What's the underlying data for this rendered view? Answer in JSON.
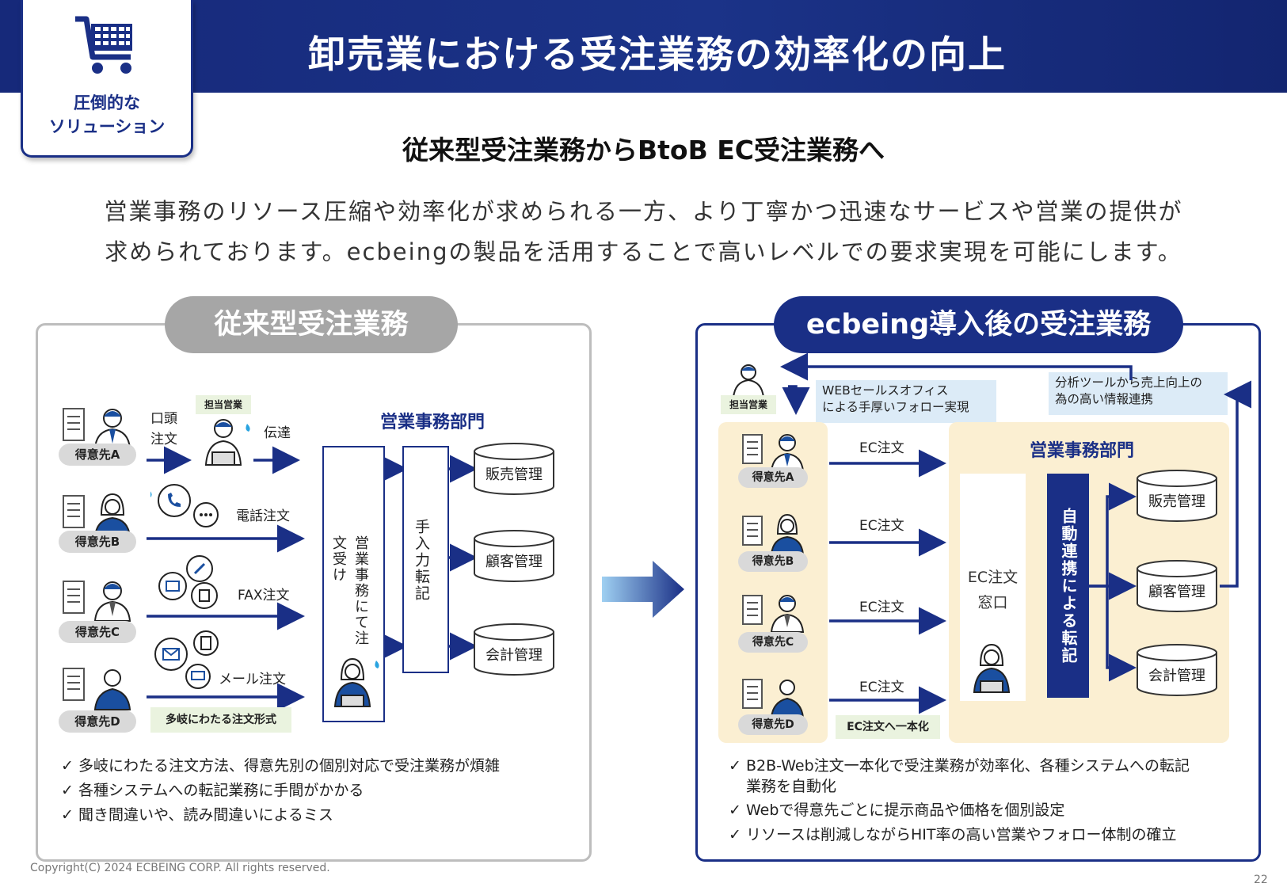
{
  "header": {
    "title": "卸売業における受注業務の効率化の向上"
  },
  "badge": {
    "line1": "圧倒的な",
    "line2": "ソリューション"
  },
  "subtitle": "従来型受注業務からBtoB EC受注業務へ",
  "lead": {
    "line1": "営業事務のリソース圧縮や効率化が求められる一方、より丁寧かつ迅速なサービスや営業の提供が",
    "line2": "求められております。ecbeingの製品を活用することで高いレベルでの要求実現を可能にします。"
  },
  "left": {
    "title": "従来型受注業務",
    "rep_label": "担当営業",
    "oral": "口頭\n注文",
    "relay": "伝達",
    "phone": "電話注文",
    "fax": "FAX注文",
    "mail": "メール注文",
    "customers": [
      "得意先A",
      "得意先B",
      "得意先C",
      "得意先D"
    ],
    "dept": "営業事務部門",
    "receive": "営業事務にて注文受け",
    "manual": "手入力転記",
    "systems": [
      "販売管理",
      "顧客管理",
      "会計管理"
    ],
    "various": "多岐にわたる注文形式",
    "checks": [
      "✓ 多岐にわたる注文方法、得意先別の個別対応で受注業務が煩雑",
      "✓ 各種システムへの転記業務に手間がかかる",
      "✓ 聞き間違いや、読み間違いによるミス"
    ]
  },
  "right": {
    "title": "ecbeing導入後の受注業務",
    "rep_label": "担当営業",
    "web_sales": "WEBセールスオフィス\nによる手厚いフォロー実現",
    "analysis": "分析ツールから売上向上の\n為の高い情報連携",
    "customers": [
      "得意先A",
      "得意先B",
      "得意先C",
      "得意先D"
    ],
    "ec_order": "EC注文",
    "dept": "営業事務部門",
    "window": "EC注文\n窓口",
    "auto": "自動連携による転記",
    "systems": [
      "販売管理",
      "顧客管理",
      "会計管理"
    ],
    "unify": "EC注文へ一本化",
    "checks": [
      "✓ B2B-Web注文一本化で受注業務が効率化、各種システムへの転記",
      "業務を自動化",
      "✓ Webで得意先ごとに提示商品や価格を個別設定",
      "✓ リソースは削減しながらHIT率の高い営業やフォロー体制の確立"
    ]
  },
  "footer": {
    "copyright": "Copyright(C) 2024 ECBEING CORP. All rights reserved.",
    "page": "22"
  },
  "colors": {
    "navy": "#1a2f86",
    "gray": "#a6a6a6",
    "beige": "#fbefd2",
    "lightblue": "#dcebf7",
    "green": "#eaf3df"
  }
}
